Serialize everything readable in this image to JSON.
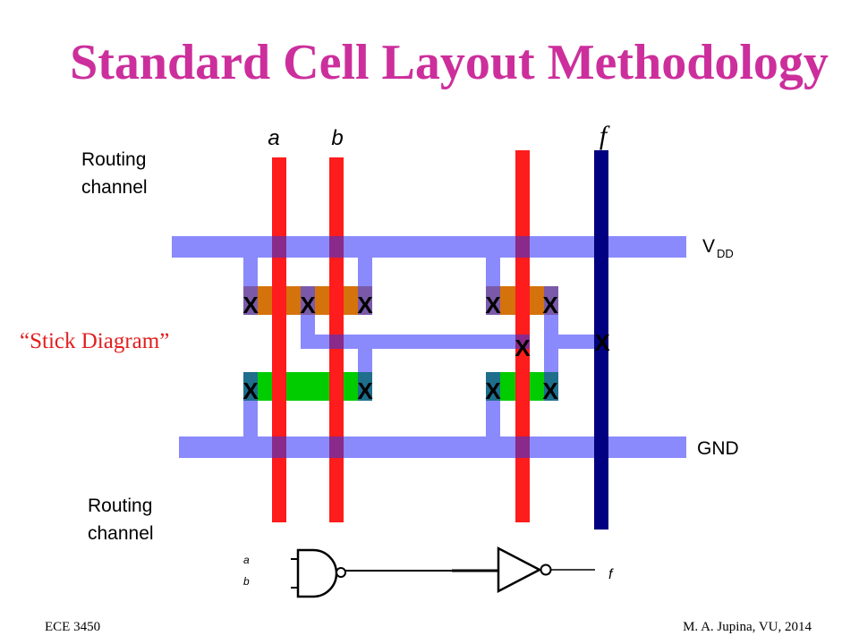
{
  "title": "Standard Cell Layout Methodology",
  "routing_top": [
    "Routing",
    "channel"
  ],
  "routing_bottom": [
    "Routing",
    "channel"
  ],
  "stick_label": "“Stick Diagram”",
  "vdd": {
    "v": "V",
    "sub": "DD"
  },
  "gnd": "GND",
  "signals": {
    "a": "a",
    "b": "b",
    "f": "f"
  },
  "contact_mark": "X",
  "gate": {
    "in_a": "a",
    "in_b": "b",
    "out": "f"
  },
  "footer": {
    "left": "ECE 3450",
    "right": "M. A. Jupina, VU, 2014"
  },
  "colors": {
    "title": "#cc2f9c",
    "metal": "#8a8afc",
    "poly": "#ff1c1c",
    "metal2": "#000080",
    "pdiff": "#d4720c",
    "ndiff": "#00cc00",
    "stick_label": "#e11f1f"
  }
}
